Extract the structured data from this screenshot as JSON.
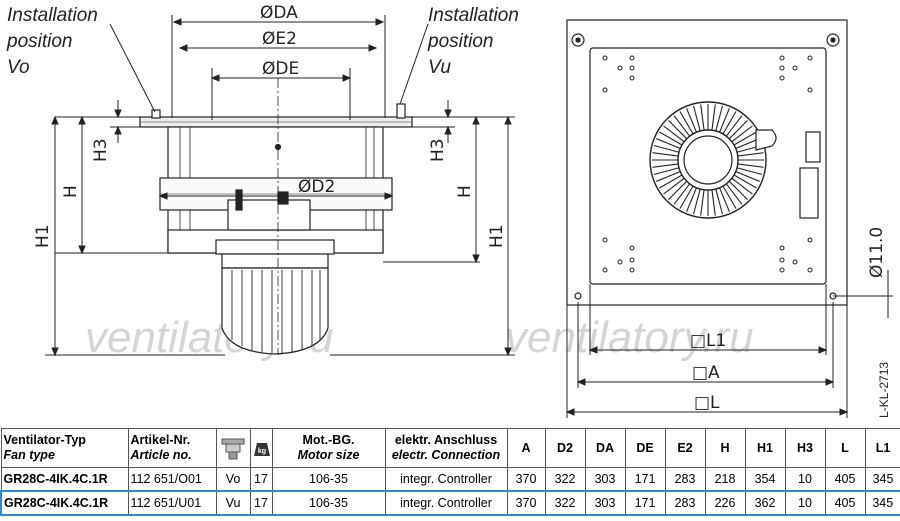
{
  "watermark": "ventilatory.ru",
  "side_view": {
    "label_left": [
      "Installation",
      "position",
      "Vo"
    ],
    "label_right": [
      "Installation",
      "position",
      "Vu"
    ],
    "dims": {
      "da": "ØDA",
      "e2": "ØE2",
      "de": "ØDE",
      "d2": "ØD2",
      "h3": "H3",
      "h": "H",
      "h1": "H1"
    }
  },
  "top_view": {
    "dims": {
      "l1": "□L1",
      "a": "□A",
      "l": "□L",
      "hole": "Ø11.0"
    },
    "drawing_no": "L-KL-2713"
  },
  "table": {
    "headers": {
      "type": [
        "Ventilator-Typ",
        "Fan type"
      ],
      "article": [
        "Artikel-Nr.",
        "Article no."
      ],
      "position_icon": "installation-position-icon",
      "weight_icon": "kg",
      "motor": [
        "Mot.-BG.",
        "Motor size"
      ],
      "connection": [
        "elektr. Anschluss",
        "electr. Connection"
      ],
      "a": "A",
      "d2": "D2",
      "da": "DA",
      "de": "DE",
      "e2": "E2",
      "h": "H",
      "h1": "H1",
      "h3": "H3",
      "l": "L",
      "l1": "L1"
    },
    "rows": [
      {
        "type": "GR28C-4IK.4C.1R",
        "article": "112 651/O01",
        "position": "Vo",
        "weight": "17",
        "motor": "106-35",
        "connection": "integr. Controller",
        "a": "370",
        "d2": "322",
        "da": "303",
        "de": "171",
        "e2": "283",
        "h": "218",
        "h1": "354",
        "h3": "10",
        "l": "405",
        "l1": "345",
        "selected": false
      },
      {
        "type": "GR28C-4IK.4C.1R",
        "article": "112 651/U01",
        "position": "Vu",
        "weight": "17",
        "motor": "106-35",
        "connection": "integr. Controller",
        "a": "370",
        "d2": "322",
        "da": "303",
        "de": "171",
        "e2": "283",
        "h": "226",
        "h1": "362",
        "h3": "10",
        "l": "405",
        "l1": "345",
        "selected": true
      }
    ]
  }
}
